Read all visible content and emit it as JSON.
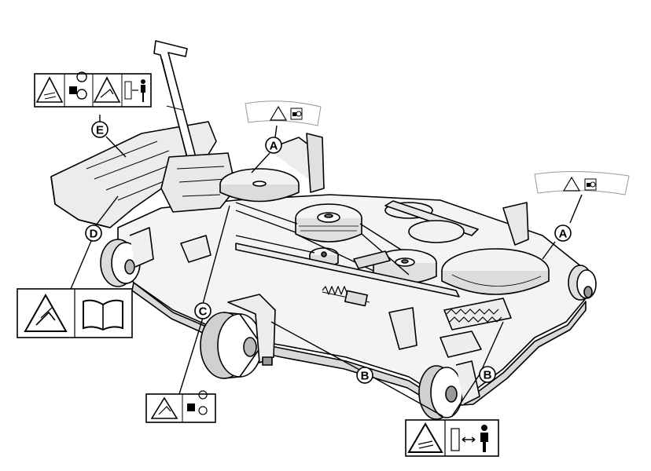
{
  "callouts": {
    "a1": "A",
    "a2": "A",
    "b1": "B",
    "b2": "B",
    "c": "C",
    "d": "D",
    "e": "E"
  },
  "decals": [
    {
      "id": "decal-e",
      "panels": [
        "thrown-object-hazard-icon",
        "blade-rotation-icon",
        "hand-cut-hazard-icon",
        "keep-distance-icon"
      ]
    },
    {
      "id": "decal-a-top",
      "panels": [
        "thrown-object-hazard-icon",
        "blade-rotation-icon"
      ]
    },
    {
      "id": "decal-a-right",
      "panels": [
        "thrown-object-hazard-icon",
        "blade-rotation-icon"
      ]
    },
    {
      "id": "decal-d",
      "panels": [
        "hand-cut-hazard-icon",
        "operator-manual-icon"
      ]
    },
    {
      "id": "decal-c",
      "panels": [
        "hand-cut-hazard-icon",
        "blade-rotation-icon"
      ]
    },
    {
      "id": "decal-b",
      "panels": [
        "thrown-object-hazard-icon",
        "keep-distance-icon"
      ]
    }
  ],
  "colors": {
    "line": "#000000",
    "fill": "#ffffff",
    "shade": "#e6e6e6",
    "dark_shade": "#bdbdbd"
  }
}
